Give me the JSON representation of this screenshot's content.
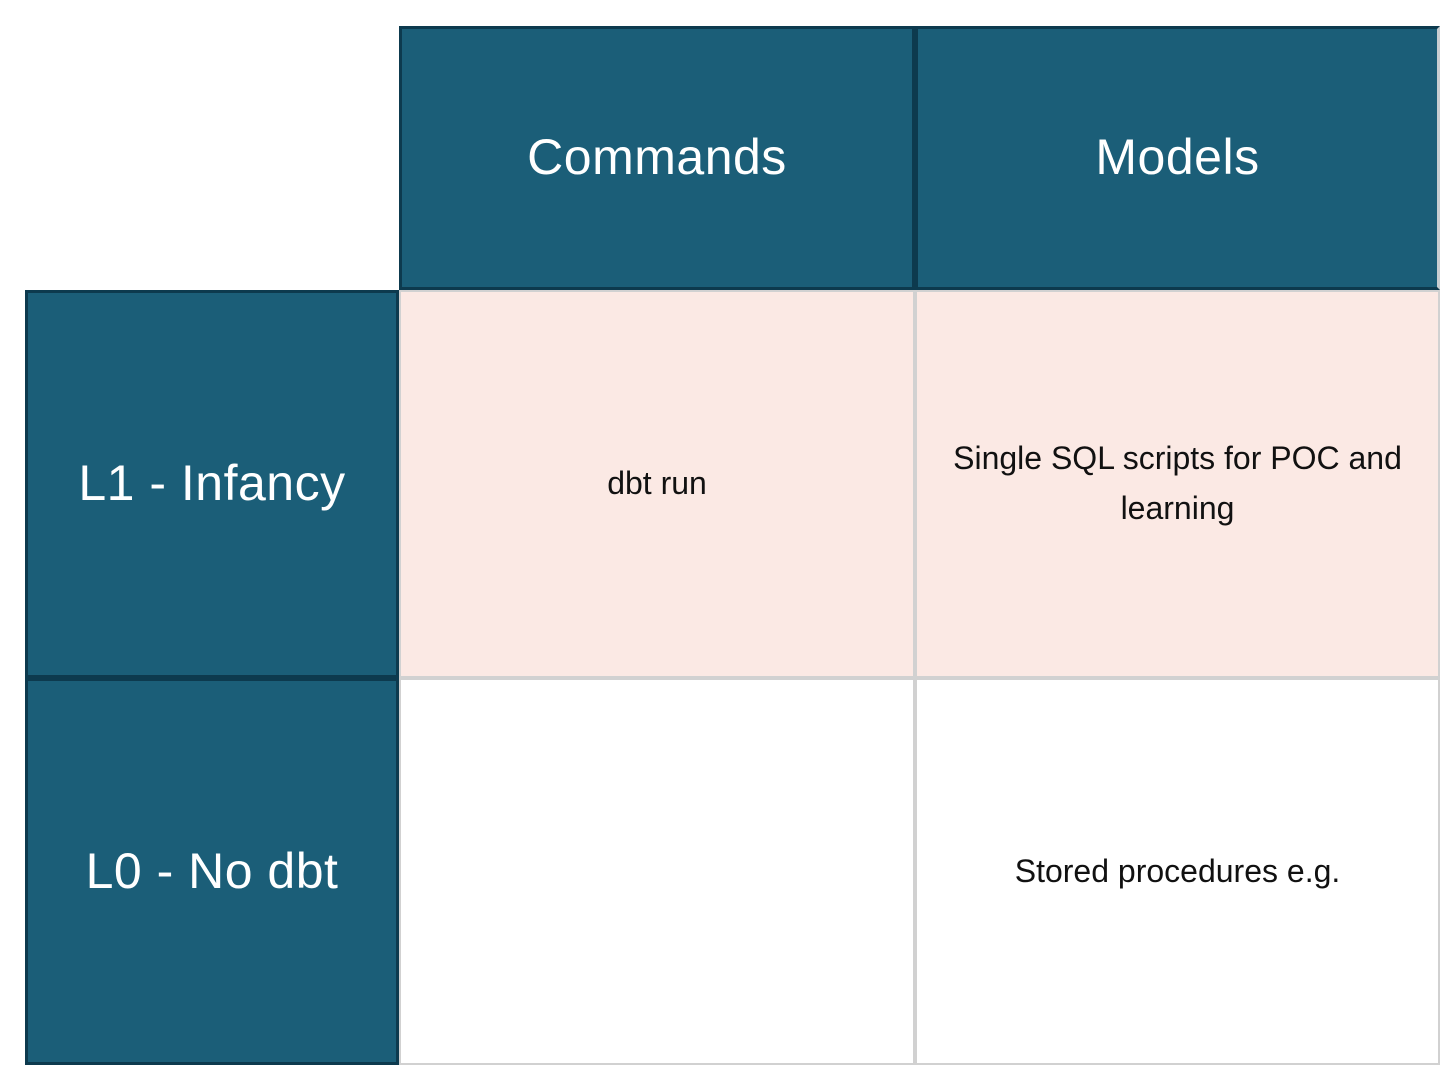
{
  "page": {
    "background": "#ffffff"
  },
  "table": {
    "title_semantic": "dbt maturity matrix",
    "column_headers": [
      {
        "label": "Commands"
      },
      {
        "label": "Models"
      }
    ],
    "rows": [
      {
        "header": "L1 - Infancy",
        "highlighted": true,
        "cells": [
          {
            "text": "dbt run"
          },
          {
            "text": "Single SQL scripts for POC and learning"
          }
        ]
      },
      {
        "header": "L0 - No dbt",
        "highlighted": false,
        "cells": [
          {
            "text": ""
          },
          {
            "text": "Stored procedures e.g."
          }
        ]
      }
    ],
    "colors": {
      "header_bg": "#1b5e78",
      "header_border": "#0d3a4e",
      "header_text": "#ffffff",
      "highlight_cell_bg": "#fbe9e4",
      "plain_cell_bg": "#ffffff",
      "light_border": "#d1d1d1",
      "body_text": "#111111"
    }
  }
}
